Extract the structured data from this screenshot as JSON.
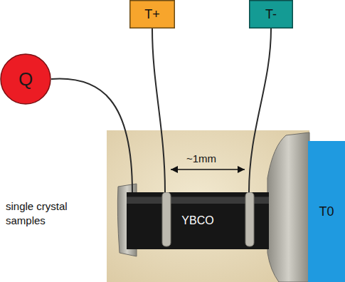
{
  "diagram": {
    "nodes": [
      {
        "text": [
          "Q"
        ]
      },
      {
        "text": [
          "T+"
        ]
      },
      {
        "text": [
          "T-"
        ]
      },
      {
        "text": [
          "YBCO"
        ]
      },
      {
        "text": [
          "T0"
        ]
      }
    ],
    "edges": [
      {
        "from": 0,
        "to": 3,
        "arrow": "none"
      },
      {
        "from": 1,
        "to": 3,
        "arrow": "none"
      },
      {
        "from": 2,
        "to": 3,
        "arrow": "none"
      }
    ],
    "labels": [
      "~1mm",
      "single crystal samples"
    ]
  }
}
